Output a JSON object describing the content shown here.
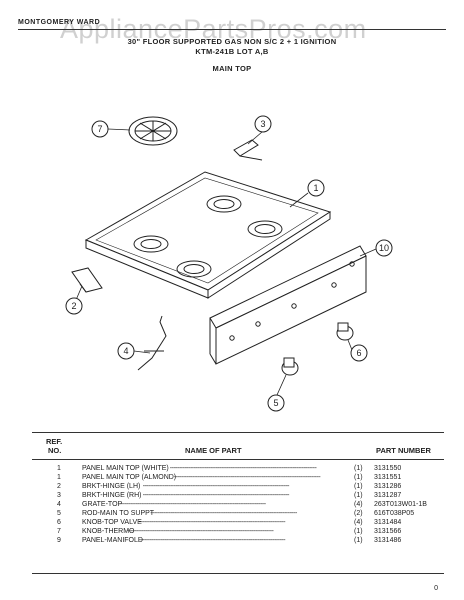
{
  "header": {
    "brand": "MONTGOMERY WARD",
    "watermark": "AppliancePartsPros.com",
    "title": "30\" FLOOR SUPPORTED GAS NON S/C 2 + 1 IGNITION",
    "model": "KTM-241B LOT A,B",
    "section": "MAIN TOP"
  },
  "callouts": [
    "1",
    "2",
    "3",
    "4",
    "5",
    "6",
    "7",
    "10"
  ],
  "table": {
    "col_ref": "REF. NO.",
    "col_ref_1": "REF.",
    "col_ref_2": "NO.",
    "col_name": "NAME OF PART",
    "col_part": "PART NUMBER",
    "rows": [
      {
        "ref": "1",
        "name": "PANEL MAIN TOP (WHITE)",
        "qty": "(1)",
        "part": "3131550"
      },
      {
        "ref": "1",
        "name": "PANEL MAIN TOP (ALMOND)",
        "qty": "(1)",
        "part": "3131551"
      },
      {
        "ref": "2",
        "name": "BRKT-HINGE (LH)",
        "qty": "(1)",
        "part": "3131286"
      },
      {
        "ref": "3",
        "name": "BRKT-HINGE (RH)",
        "qty": "(1)",
        "part": "3131287"
      },
      {
        "ref": "4",
        "name": "GRATE-TOP",
        "qty": "(4)",
        "part": "263T013W01-1B"
      },
      {
        "ref": "5",
        "name": "ROD-MAIN TO SUPPT",
        "qty": "(2)",
        "part": "616T038P05"
      },
      {
        "ref": "6",
        "name": "KNOB-TOP VALVE",
        "qty": "(4)",
        "part": "3131484"
      },
      {
        "ref": "7",
        "name": "KNOB-THERMO",
        "qty": "(1)",
        "part": "3131566"
      },
      {
        "ref": "9",
        "name": "PANEL-MANIFOLD",
        "qty": "(1)",
        "part": "3131486"
      }
    ]
  },
  "footer_mark": "0"
}
